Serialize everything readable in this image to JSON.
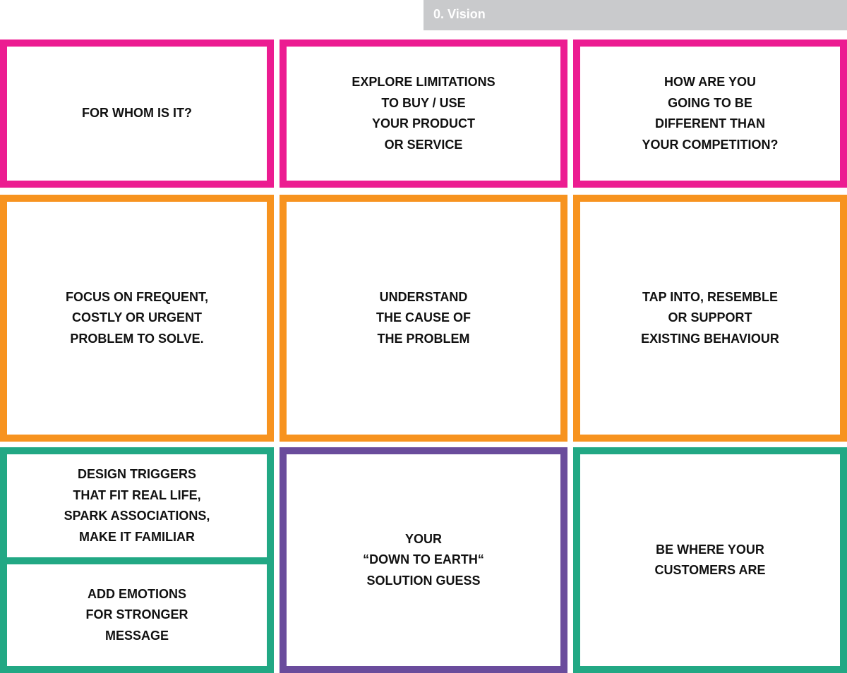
{
  "header": {
    "title": "0. Vision"
  },
  "colors": {
    "pink": "#ec1c91",
    "orange": "#f7931f",
    "green": "#22a884",
    "purple": "#6a4c9c",
    "header": "#c9cacc"
  },
  "cards": [
    "FOR WHOM IS IT?",
    "EXPLORE LIMITATIONS\nTO BUY / USE\nYOUR PRODUCT\nOR SERVICE",
    "HOW ARE YOU\nGOING TO BE\nDIFFERENT THAN\nYOUR COMPETITION?",
    "FOCUS ON FREQUENT,\nCOSTLY OR URGENT\nPROBLEM TO SOLVE.",
    "UNDERSTAND\nTHE CAUSE OF\nTHE PROBLEM",
    "TAP INTO, RESEMBLE\nOR SUPPORT\nEXISTING BEHAVIOUR",
    "DESIGN TRIGGERS\nTHAT FIT REAL LIFE,\nSPARK ASSOCIATIONS,\nMAKE IT FAMILIAR",
    "ADD EMOTIONS\nFOR STRONGER\nMESSAGE",
    "YOUR\n“DOWN TO EARTH“\nSOLUTION GUESS",
    "BE WHERE YOUR\nCUSTOMERS ARE"
  ]
}
